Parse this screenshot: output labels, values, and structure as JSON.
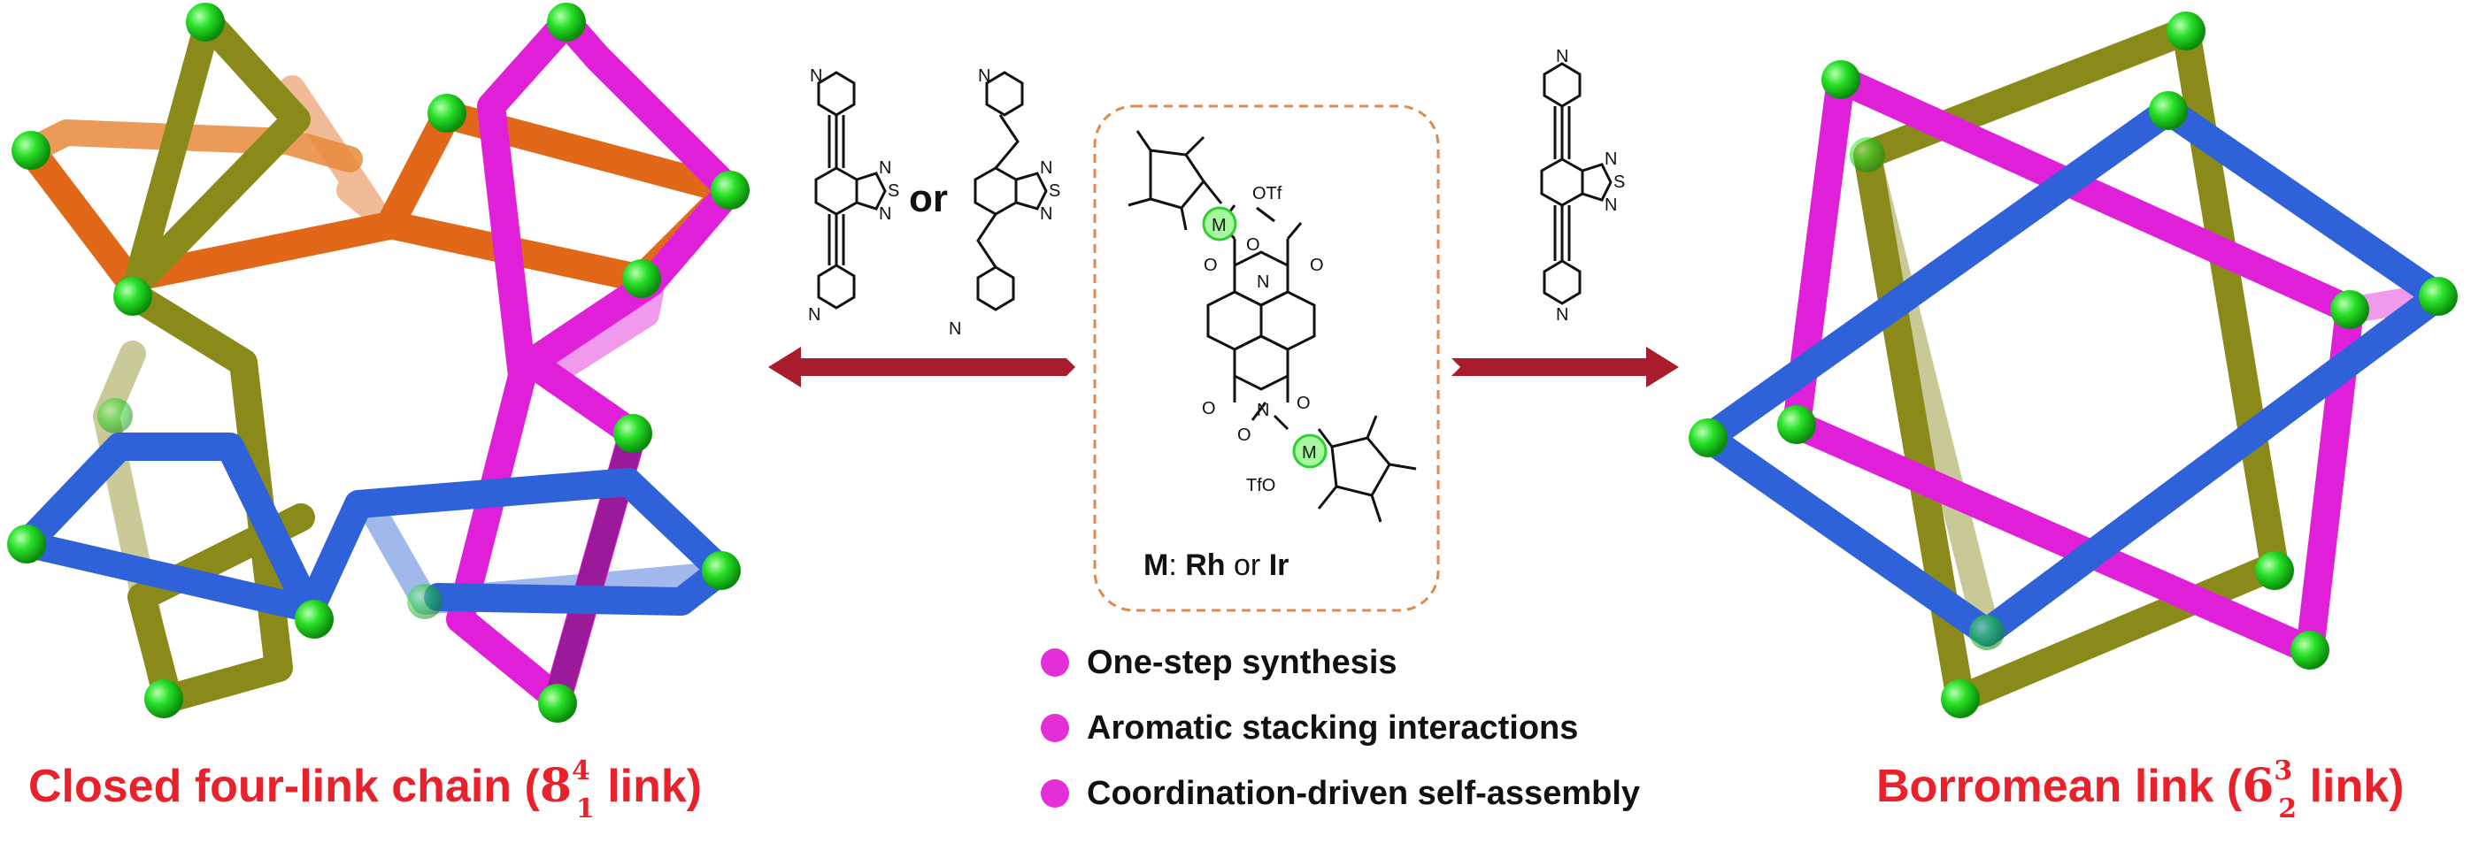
{
  "left_caption": {
    "text": "Closed four-link chain (",
    "math_base": "8",
    "math_sup": "4",
    "math_sub": "1",
    "suffix": " link)"
  },
  "right_caption": {
    "text": "Borromean link (",
    "math_base": "6",
    "math_sup": "3",
    "math_sub": "2",
    "suffix": " link)"
  },
  "or_label": "or",
  "metal_line": {
    "m": "M",
    "colon": ": ",
    "rh": "Rh",
    "or": " or ",
    "ir": "Ir"
  },
  "chem_labels": {
    "N": "N",
    "S": "S",
    "O": "O",
    "OTf": "OTf",
    "TfO": "TfO",
    "M": "M"
  },
  "bullets": [
    {
      "text": "One-step synthesis"
    },
    {
      "text": "Aromatic stacking interactions"
    },
    {
      "text": "Coordination-driven self-assembly"
    }
  ],
  "colors": {
    "caption_red": "#e8212a",
    "arrow_red": "#a81c2c",
    "bullet_magenta": "#e42fd8",
    "node_green": "#22dd22",
    "olive": "#8a8a1a",
    "orange": "#e06818",
    "magenta": "#e020d8",
    "blue": "#2f62d8",
    "dashed_box": "#e08a4a"
  }
}
